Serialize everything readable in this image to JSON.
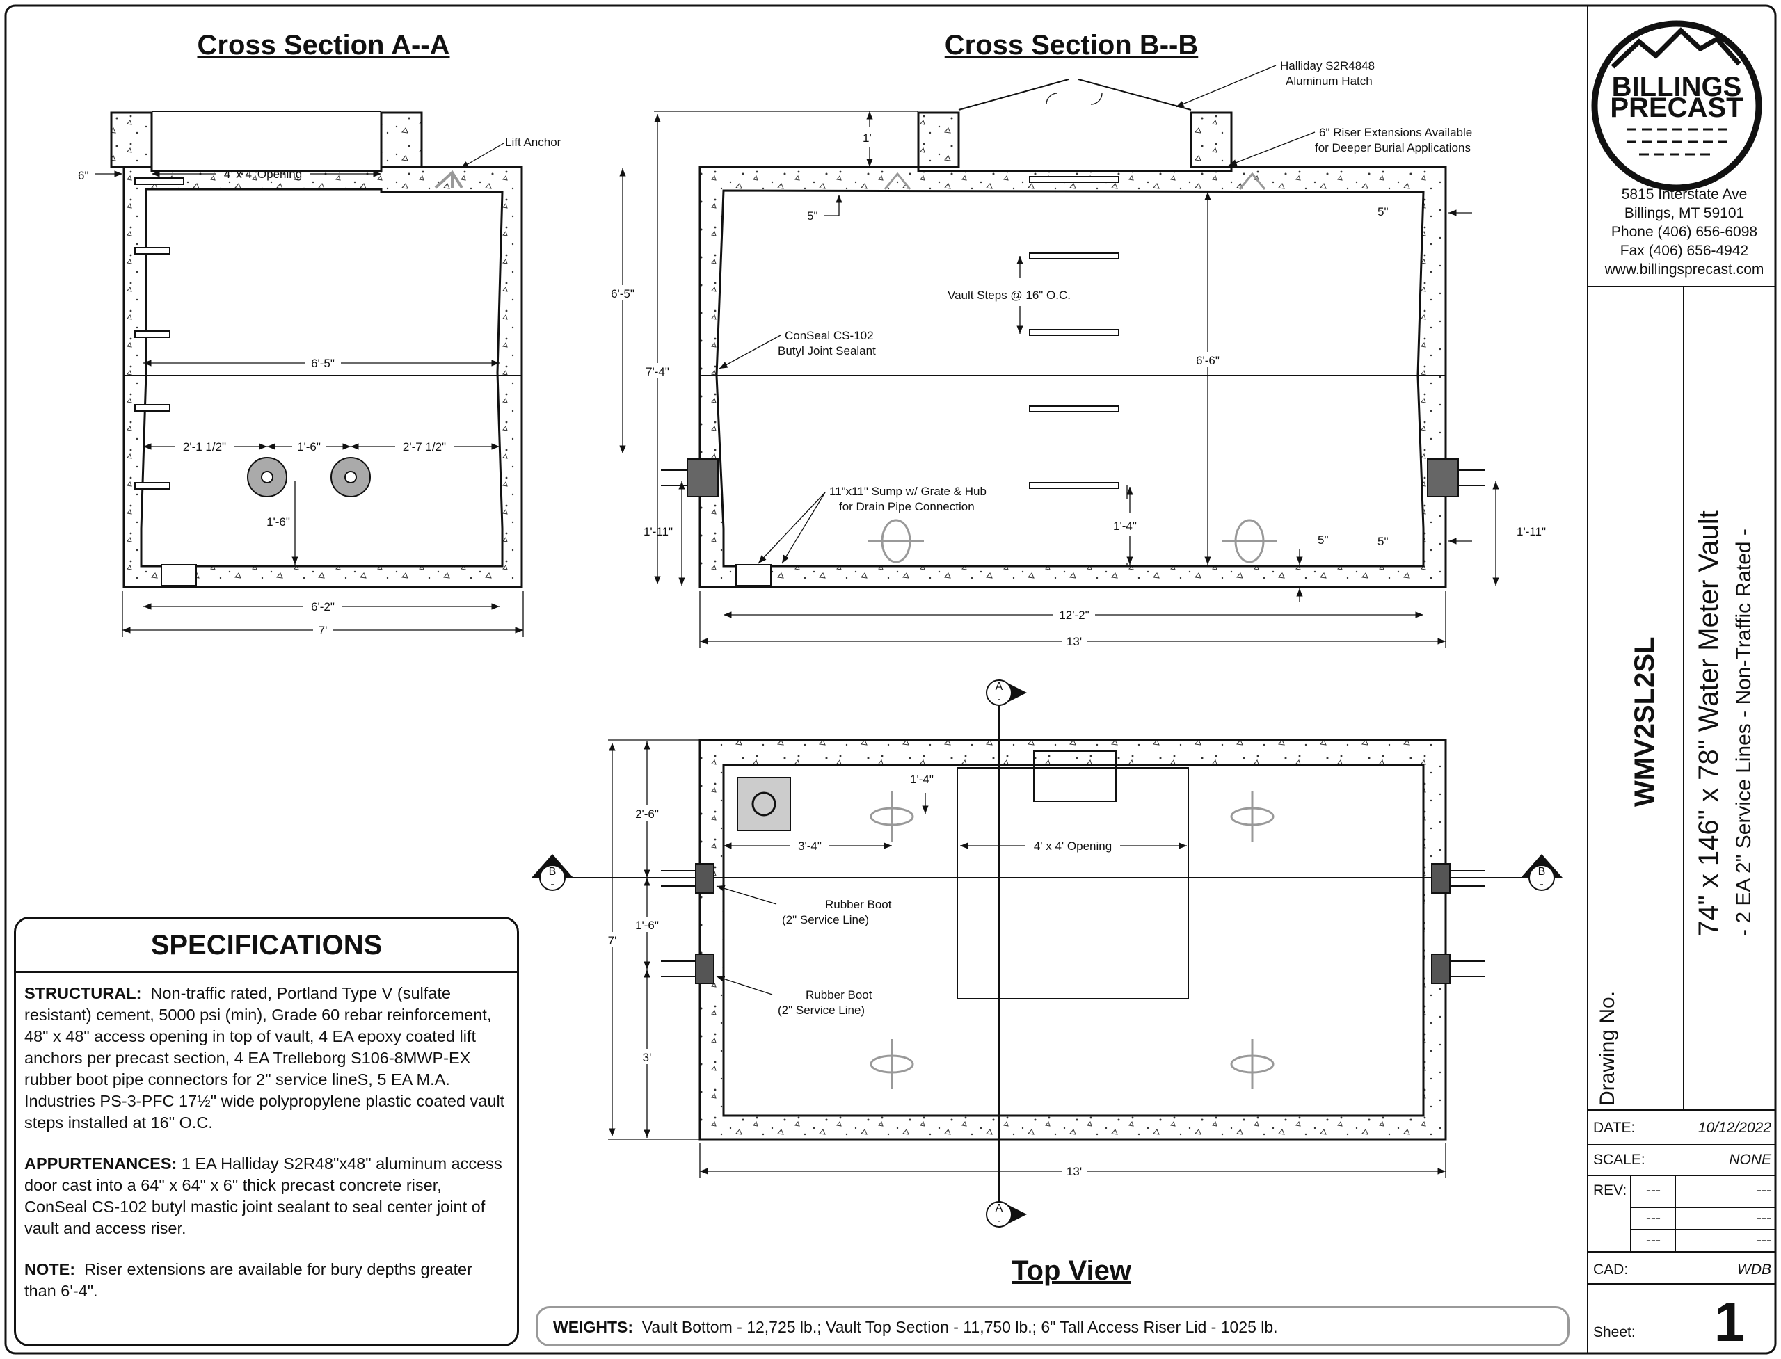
{
  "views": {
    "section_a": {
      "title": "Cross Section A--A",
      "labels": {
        "lift_anchor": "Lift Anchor",
        "opening": "4' x 4' Opening",
        "wall": "6\"",
        "inner_width": "6'-5\"",
        "left_offset": "2'-1 1/2\"",
        "pipe_spacing": "1'-6\"",
        "right_offset": "2'-7 1/2\"",
        "pipe_height": "1'-6\"",
        "floor_width": "6'-2\"",
        "outer_width": "7'"
      }
    },
    "section_b": {
      "title": "Cross Section B--B",
      "labels": {
        "hatch": [
          "Halliday S2R4848",
          "Aluminum Hatch"
        ],
        "riser_ext": [
          "6\" Riser Extensions Available",
          "for Deeper Burial Applications"
        ],
        "riser_height": "1'",
        "top_thickness": "5\"",
        "wall_right": "5\"",
        "height_inner": "6'-5\"",
        "height_outer": "7'-4\"",
        "steps": "Vault Steps @ 16\" O.C.",
        "sealant": [
          "ConSeal CS-102",
          "Butyl Joint Sealant"
        ],
        "inner_height": "6'-6\"",
        "sump": [
          "11\"x11\" Sump w/ Grate & Hub",
          "for Drain Pipe Connection"
        ],
        "step_height": "1'-4\"",
        "floor_thickness": "5\"",
        "wall_bottom_right": "5\"",
        "pipe_height_left": "1'-11\"",
        "pipe_height_right": "1'-11\"",
        "inner_length": "12'-2\"",
        "outer_length": "13'"
      }
    },
    "top_view": {
      "title": "Top View",
      "labels": {
        "sump_offset": "1'-4\"",
        "dim_2_6": "2'-6\"",
        "dim_3_4": "3'-4\"",
        "opening": "4' x 4' Opening",
        "boot1": [
          "Rubber Boot",
          "(2\" Service Line)"
        ],
        "boot2": [
          "Rubber Boot",
          "(2\" Service Line)"
        ],
        "dim_1_6": "1'-6\"",
        "dim_7": "7'",
        "dim_3": "3'",
        "length": "13'"
      },
      "markers": {
        "a": "A",
        "b": "B",
        "dash": "-"
      }
    }
  },
  "specifications": {
    "heading": "SPECIFICATIONS",
    "structural_label": "STRUCTURAL:",
    "structural_text": "Non-traffic rated, Portland Type V (sulfate resistant) cement, 5000 psi (min), Grade 60 rebar reinforcement, 48\" x 48\" access opening in top of vault, 4 EA epoxy coated lift anchors per precast section, 4 EA Trelleborg S106-8MWP-EX rubber boot pipe connectors for 2\" service lineS, 5 EA M.A. Industries PS-3-PFC 17½\" wide polypropylene plastic coated vault steps installed at 16\" O.C.",
    "appurtenances_label": "APPURTENANCES:",
    "appurtenances_text": "1 EA Halliday S2R48\"x48\" aluminum access door cast into a 64\" x 64\" x 6\" thick precast concrete riser, ConSeal CS-102 butyl mastic joint sealant to seal center joint of vault and access riser.",
    "note_label": "NOTE:",
    "note_text": "Riser extensions are available for bury depths greater than 6'-4\"."
  },
  "weights": {
    "label": "WEIGHTS:",
    "text": "Vault Bottom - 12,725 lb.; Vault Top Section - 11,750 lb.; 6\" Tall Access Riser Lid - 1025 lb."
  },
  "company": {
    "logo_line1": "BILLINGS",
    "logo_line2": "PRECAST",
    "address1": "5815 Interstate Ave",
    "address2": "Billings, MT 59101",
    "phone": "Phone (406) 656-6098",
    "fax": "Fax (406) 656-4942",
    "web": "www.billingsprecast.com"
  },
  "title_block": {
    "drawing_no_label": "Drawing No.",
    "drawing_no": "WMV2SL2SL",
    "title": "74\" x 146\" x 78\" Water Meter Vault",
    "subtitle": "- 2 EA 2\" Service Lines - Non-Traffic Rated -",
    "date_label": "DATE:",
    "date": "10/12/2022",
    "scale_label": "SCALE:",
    "scale": "NONE",
    "rev_label": "REV:",
    "rev_rows": [
      "---",
      "---",
      "---"
    ],
    "rev_vals": [
      "---",
      "---",
      "---"
    ],
    "cad_label": "CAD:",
    "cad": "WDB",
    "sheet_label": "Sheet:",
    "sheet": "1"
  }
}
